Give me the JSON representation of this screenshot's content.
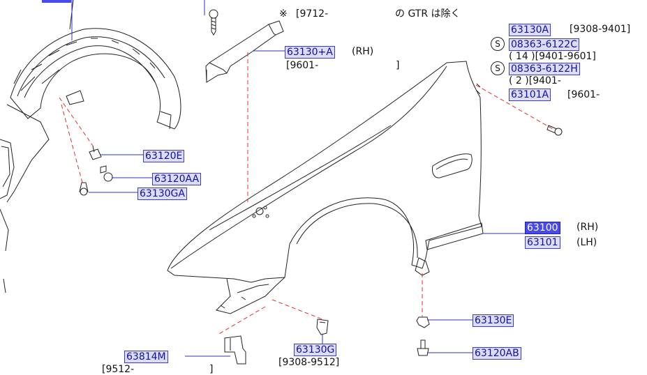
{
  "header": {
    "note_mark": "※",
    "note_code": "[9712-",
    "note_text": "の GTR は除く"
  },
  "parts": {
    "p63130pA": {
      "code": "63130+A",
      "suffix": "(RH)",
      "range": "[9601-",
      "range_close": "]"
    },
    "p63130A": {
      "code": "63130A",
      "range": "[9308-9401]"
    },
    "p08363C": {
      "code": "08363-6122C",
      "qty": "( 14 )[9401-9601]"
    },
    "p08363H": {
      "code": "08363-6122H",
      "qty": "( 2 )[9401-"
    },
    "p63101A": {
      "code": "63101A",
      "range": "[9601-"
    },
    "p63120E": {
      "code": "63120E"
    },
    "p63120AA": {
      "code": "63120AA"
    },
    "p63130GA": {
      "code": "63130GA"
    },
    "p63100": {
      "code": "63100",
      "suffix": "(RH)"
    },
    "p63101": {
      "code": "63101",
      "suffix": "(LH)"
    },
    "p63130E": {
      "code": "63130E"
    },
    "p63120AB": {
      "code": "63120AB"
    },
    "p63814M": {
      "code": "63814M",
      "range": "[9512-",
      "range_close": "]"
    },
    "p63130G": {
      "code": "63130G",
      "range": "[9308-9512]"
    }
  },
  "s_mark": "S",
  "colors": {
    "label_bg": "#dcdcf5",
    "label_border": "#3a3ad0",
    "selected": "#4a4ae8",
    "leader_dash": "#e03030"
  }
}
